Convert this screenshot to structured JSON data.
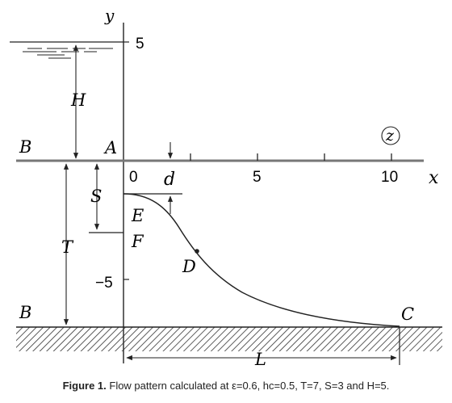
{
  "labels": {
    "y": "y",
    "x": "x",
    "H": "H",
    "S": "S",
    "T": "T",
    "L": "L",
    "d": "d",
    "A": "A",
    "B_top": "B",
    "B_bottom": "B",
    "C": "C",
    "D": "D",
    "E": "E",
    "F": "F",
    "z": "z"
  },
  "ticks": {
    "y5": "5",
    "yminus5": "−5",
    "x0": "0",
    "x5": "5",
    "x10": "10"
  },
  "caption": {
    "prefix": "Figure 1.",
    "text": " Flow pattern calculated at ε=0.6, hc=0.5, T=7, S=3 and H=5."
  }
}
